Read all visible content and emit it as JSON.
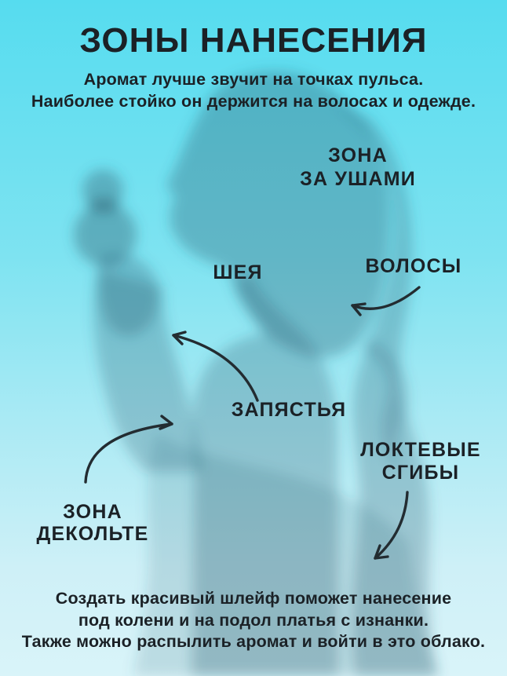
{
  "header": {
    "title": "ЗОНЫ НАНЕСЕНИЯ",
    "subtitle_line1": "Аромат лучше звучит на точках пульса.",
    "subtitle_line2": "Наиболее стойко он держится на волосах и одежде."
  },
  "zones": {
    "behind_ears": {
      "line1": "ЗОНА",
      "line2": "ЗА УШАМИ"
    },
    "hair": {
      "label": "ВОЛОСЫ"
    },
    "neck": {
      "label": "ШЕЯ"
    },
    "wrists": {
      "label": "ЗАПЯСТЬЯ"
    },
    "elbow_creases": {
      "line1": "ЛОКТЕВЫЕ",
      "line2": "СГИБЫ"
    },
    "decollete": {
      "line1": "ЗОНА",
      "line2": "ДЕКОЛЬТЕ"
    }
  },
  "footer": {
    "line1": "Создать красивый шлейф поможет нанесение",
    "line2": "под колени и на подол платья с изнанки.",
    "line3": "Также можно распылить аромат и войти в это облако."
  },
  "colors": {
    "background_top": "#56dcef",
    "background_bottom": "#d9f4f9",
    "text": "#1b2126",
    "arrow": "#232c31",
    "silhouette": "#2c5e72"
  }
}
